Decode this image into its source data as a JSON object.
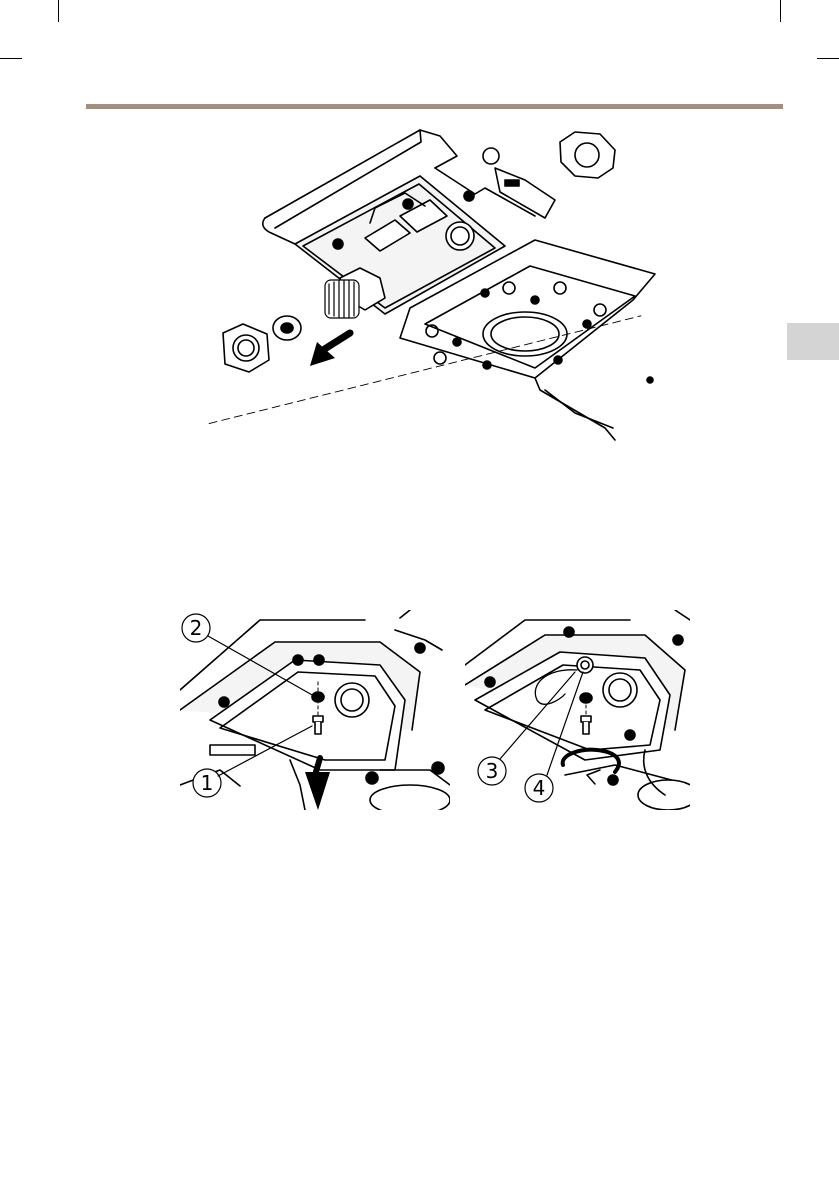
{
  "document": {
    "figures": [
      {
        "id": "cable-gland-removal",
        "callouts": []
      },
      {
        "id": "ground-screw-removal",
        "callouts": [
          "1",
          "2"
        ]
      },
      {
        "id": "ground-wire-attach",
        "callouts": [
          "3",
          "4"
        ]
      }
    ]
  },
  "colors": {
    "header_rule": "#a48e80",
    "side_tab": "#d4d4d4"
  }
}
